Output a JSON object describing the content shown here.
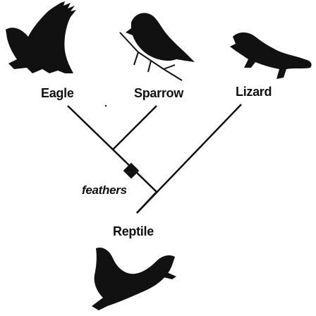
{
  "taxa": {
    "eagle": "Eagle",
    "sparrow": "Sparrow",
    "lizard": "Lizard"
  },
  "trait": "feathers",
  "root": "Reptile",
  "colors": {
    "ink": "#111111",
    "background": "#ffffff"
  },
  "icons": [
    "eagle-silhouette-icon",
    "sparrow-silhouette-icon",
    "lizard-silhouette-icon",
    "crocodile-silhouette-icon"
  ]
}
